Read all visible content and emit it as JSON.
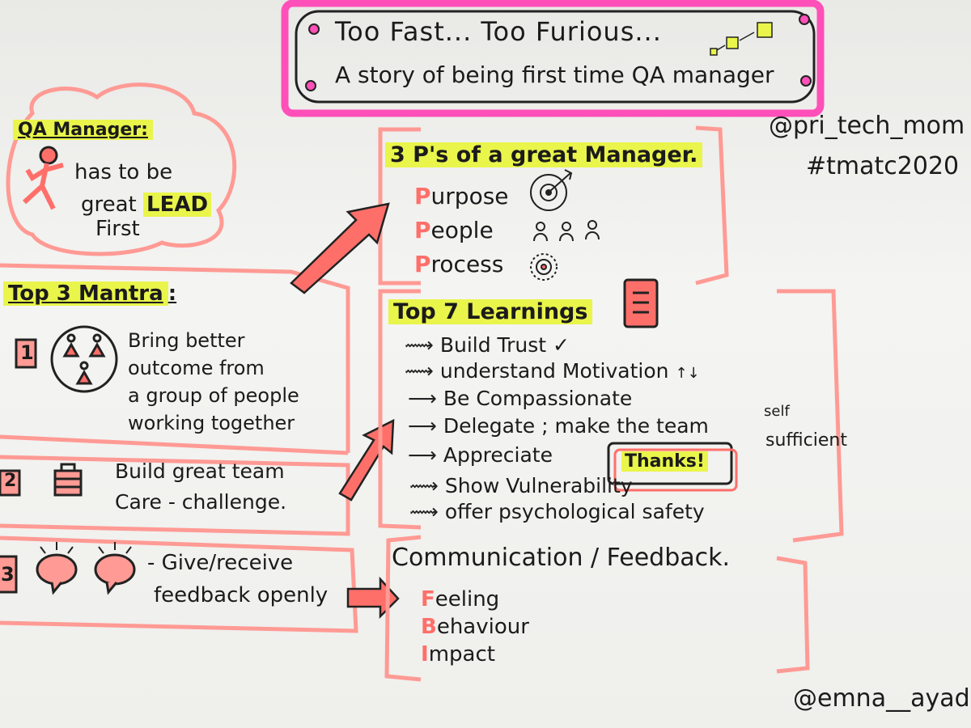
{
  "title": {
    "line1": "Too Fast... Too Furious...",
    "line2": "A story of being first time QA manager"
  },
  "handles": {
    "top": "@pri_tech_mom",
    "hashtag": "#tmatc2020",
    "bottom": "@emna__ayadi"
  },
  "qa_manager": {
    "heading": "QA Manager:",
    "lines": [
      "has to be",
      "great",
      "LEAD",
      "First"
    ]
  },
  "three_ps": {
    "heading": "3 P's of a great Manager.",
    "items": [
      {
        "initial": "P",
        "rest": "urpose",
        "icon": "target-icon"
      },
      {
        "initial": "P",
        "rest": "eople",
        "icon": "people-icon"
      },
      {
        "initial": "P",
        "rest": "rocess",
        "icon": "gear-icon"
      }
    ]
  },
  "mantra": {
    "heading": "Top 3 Mantra",
    "colon": ":",
    "items": [
      {
        "num": "1",
        "lines": [
          "Bring better",
          "outcome from",
          "a group of people",
          "working together"
        ]
      },
      {
        "num": "2",
        "lines": [
          "Build great team",
          "Care - challenge."
        ]
      },
      {
        "num": "3",
        "dash": "-",
        "lines": [
          "Give/receive",
          "feedback openly"
        ]
      }
    ]
  },
  "learnings": {
    "heading": "Top 7 Learnings",
    "items": [
      "Build Trust",
      "understand Motivation",
      "Be Compassionate",
      "Delegate ; make the team",
      "Appreciate",
      "Show Vulnerability",
      "offer psychological safety"
    ],
    "self_sufficient_top": "self",
    "self_sufficient_bottom": "sufficient",
    "thanks": "Thanks!",
    "trust_mark": "✓",
    "motivation_mark": "↑↓"
  },
  "communication": {
    "heading": "Communication / Feedback.",
    "items": [
      {
        "initial": "F",
        "rest": "eeling"
      },
      {
        "initial": "B",
        "rest": "ehaviour"
      },
      {
        "initial": "I",
        "rest": "mpact"
      }
    ]
  },
  "colors": {
    "pink": "#ff6f6a",
    "magenta": "#ff4fb8",
    "highlight": "#e9f54a",
    "ink": "#1b1b1b"
  }
}
